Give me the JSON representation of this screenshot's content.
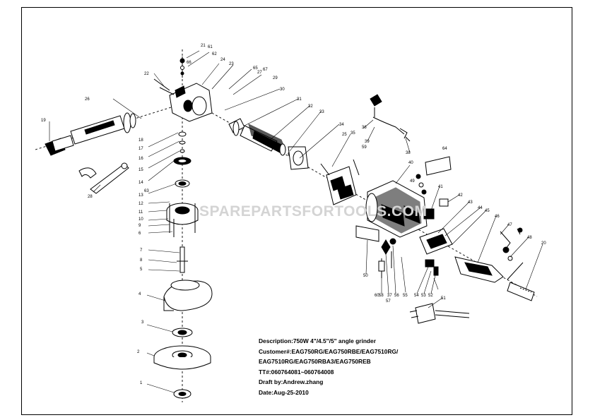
{
  "watermark": "SPAREPARTSFORTOOLS.COM",
  "description": {
    "line1": "Description:750W 4\"/4.5\"/5\" angle grinder",
    "line2": "Customer#:EAG750RG/EAG750RBE/EAG7510RG/",
    "line3": "EAG7510RG/EAG750RBA3/EAG750REB",
    "line4": "TT#:060764081~060764008",
    "line5": "Draft by:Andrew.zhang",
    "line6": "Date:Aug-25-2010"
  },
  "part_numbers": [
    "1",
    "2",
    "3",
    "4",
    "5",
    "6",
    "7",
    "8",
    "9",
    "10",
    "11",
    "12",
    "13",
    "14",
    "15",
    "16",
    "17",
    "18",
    "19",
    "20",
    "21",
    "22",
    "23",
    "24",
    "25",
    "26",
    "27",
    "28",
    "29",
    "30",
    "31",
    "32",
    "33",
    "34",
    "35",
    "36",
    "37",
    "38",
    "39",
    "40",
    "41",
    "42",
    "43",
    "44",
    "45",
    "46",
    "47",
    "48",
    "49",
    "50",
    "51",
    "52",
    "53",
    "54",
    "55",
    "56",
    "57",
    "58",
    "59",
    "60",
    "61",
    "62",
    "63",
    "64",
    "65",
    "66",
    "67"
  ],
  "colors": {
    "line": "#000000",
    "watermark": "#d4d4d4",
    "fill": "#ffffff"
  }
}
